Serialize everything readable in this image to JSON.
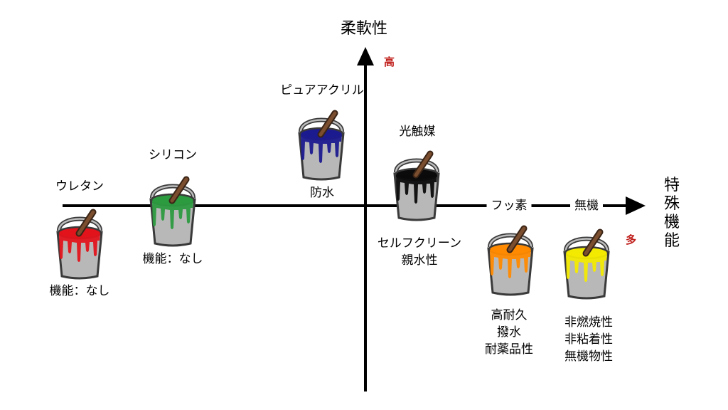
{
  "axes": {
    "vertical_title": "柔軟性",
    "vertical_high_marker": "高",
    "horizontal_title": "特\n殊\n機\n能",
    "horizontal_many_marker": "多",
    "accent_color": "#c0201c"
  },
  "paints": [
    {
      "name": "ウレタン",
      "notes": "機能：なし",
      "color": "#e2131b"
    },
    {
      "name": "シリコン",
      "notes": "機能：なし",
      "color": "#2c9a3f"
    },
    {
      "name": "ピュアアクリル",
      "notes": "防水",
      "color": "#1c1a8f"
    },
    {
      "name": "光触媒",
      "notes": "セルフクリーン\n親水性",
      "color": "#0b0b0b"
    },
    {
      "name": "フッ素",
      "notes": "高耐久\n撥水\n耐薬品性",
      "color": "#ff8a00"
    },
    {
      "name": "無機",
      "notes": "非燃焼性\n非粘着性\n無機物性",
      "color": "#f2ea00"
    }
  ]
}
